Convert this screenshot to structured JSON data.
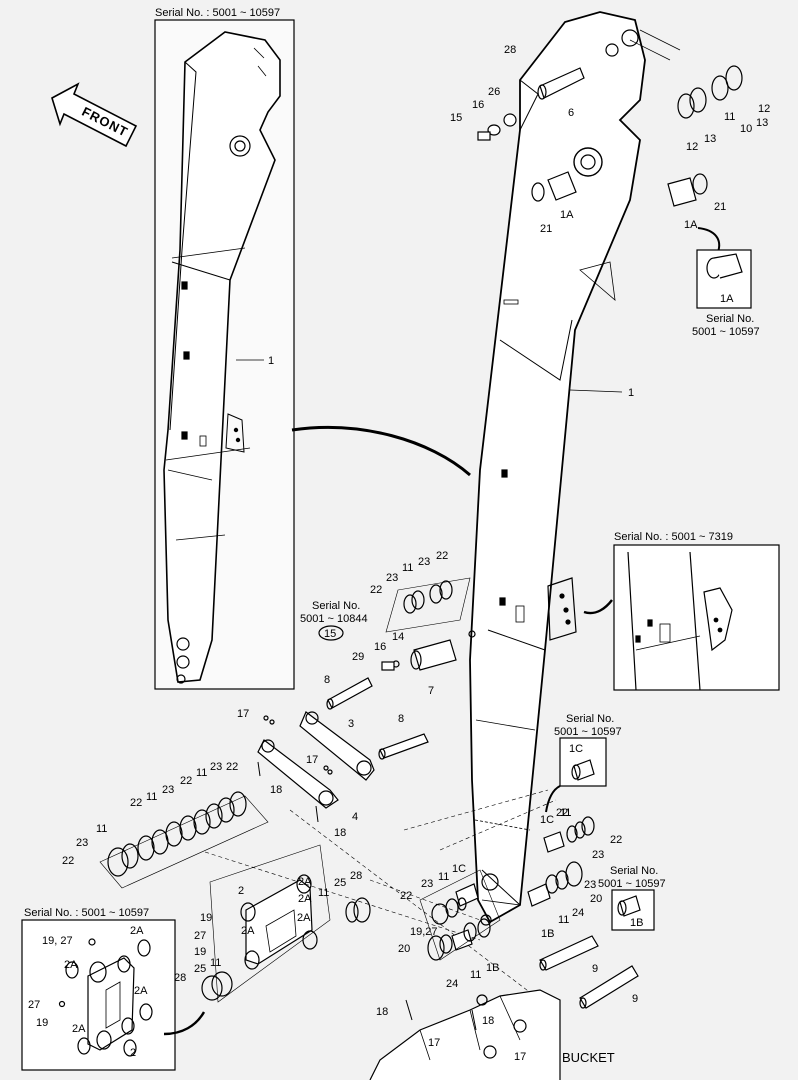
{
  "diagram": {
    "front_label": "FRONT",
    "bucket_label": "BUCKET",
    "insets": [
      {
        "id": "left-arm",
        "caption": "Serial No. : 5001 ~ 10597"
      },
      {
        "id": "bracket",
        "caption": "Serial No. : 5001 ~ 7319"
      },
      {
        "id": "link",
        "caption": "Serial No. : 5001 ~ 10597"
      }
    ],
    "small_boxes": [
      {
        "id": "1A",
        "caption_line1": "Serial No.",
        "caption_line2": "5001 ~ 10597",
        "part": "1A"
      },
      {
        "id": "1C",
        "caption_line1": "Serial No.",
        "caption_line2": "5001 ~ 10597",
        "part": "1C"
      },
      {
        "id": "1B",
        "caption_line1": "Serial No.",
        "caption_line2": "5001 ~ 10597",
        "part": "1B"
      }
    ],
    "note_15": {
      "line1": "Serial No.",
      "line2": "5001 ~ 10844",
      "part": "15"
    },
    "callouts": [
      {
        "id": "c1",
        "text": "1"
      },
      {
        "id": "c2",
        "text": "1"
      },
      {
        "id": "c3",
        "text": "28"
      },
      {
        "id": "c4",
        "text": "26"
      },
      {
        "id": "c5",
        "text": "16"
      },
      {
        "id": "c6",
        "text": "15"
      },
      {
        "id": "c7",
        "text": "6"
      },
      {
        "id": "c8",
        "text": "11"
      },
      {
        "id": "c9",
        "text": "10"
      },
      {
        "id": "c10",
        "text": "12"
      },
      {
        "id": "c11",
        "text": "12"
      },
      {
        "id": "c12",
        "text": "13"
      },
      {
        "id": "c13",
        "text": "13"
      },
      {
        "id": "c14",
        "text": "21"
      },
      {
        "id": "c15",
        "text": "1A"
      },
      {
        "id": "c16",
        "text": "21"
      },
      {
        "id": "c17",
        "text": "1A"
      },
      {
        "id": "c18",
        "text": "22"
      },
      {
        "id": "c19",
        "text": "23"
      },
      {
        "id": "c20",
        "text": "11"
      },
      {
        "id": "c21",
        "text": "23"
      },
      {
        "id": "c22",
        "text": "22"
      },
      {
        "id": "c23",
        "text": "14"
      },
      {
        "id": "c24",
        "text": "16"
      },
      {
        "id": "c25",
        "text": "29"
      },
      {
        "id": "c26",
        "text": "7"
      },
      {
        "id": "c27",
        "text": "8"
      },
      {
        "id": "c28",
        "text": "17"
      },
      {
        "id": "c29",
        "text": "3"
      },
      {
        "id": "c30",
        "text": "8"
      },
      {
        "id": "c31",
        "text": "17"
      },
      {
        "id": "c32",
        "text": "18"
      },
      {
        "id": "c33",
        "text": "4"
      },
      {
        "id": "c34",
        "text": "18"
      },
      {
        "id": "c35",
        "text": "22"
      },
      {
        "id": "c36",
        "text": "23"
      },
      {
        "id": "c37",
        "text": "22"
      },
      {
        "id": "c38",
        "text": "11"
      },
      {
        "id": "c39",
        "text": "23"
      },
      {
        "id": "c40",
        "text": "22"
      },
      {
        "id": "c41",
        "text": "11"
      },
      {
        "id": "c42",
        "text": "23"
      },
      {
        "id": "c43",
        "text": "22"
      },
      {
        "id": "c44",
        "text": "11"
      },
      {
        "id": "c45",
        "text": "22"
      },
      {
        "id": "c46",
        "text": "23"
      },
      {
        "id": "c47",
        "text": "11"
      },
      {
        "id": "c48",
        "text": "1C"
      },
      {
        "id": "c49",
        "text": "11"
      },
      {
        "id": "c50",
        "text": "22"
      },
      {
        "id": "c51",
        "text": "23"
      },
      {
        "id": "c52",
        "text": "20"
      },
      {
        "id": "c53",
        "text": "24"
      },
      {
        "id": "c54",
        "text": "11"
      },
      {
        "id": "c55",
        "text": "1B"
      },
      {
        "id": "c56",
        "text": "1C"
      },
      {
        "id": "c57",
        "text": "11"
      },
      {
        "id": "c58",
        "text": "23"
      },
      {
        "id": "c59",
        "text": "22"
      },
      {
        "id": "c60",
        "text": "19,27"
      },
      {
        "id": "c61",
        "text": "20"
      },
      {
        "id": "c62",
        "text": "24"
      },
      {
        "id": "c63",
        "text": "11"
      },
      {
        "id": "c64",
        "text": "1B"
      },
      {
        "id": "c65",
        "text": "2"
      },
      {
        "id": "c66",
        "text": "2A"
      },
      {
        "id": "c67",
        "text": "2A"
      },
      {
        "id": "c68",
        "text": "19"
      },
      {
        "id": "c69",
        "text": "27"
      },
      {
        "id": "c70",
        "text": "19"
      },
      {
        "id": "c71",
        "text": "2A"
      },
      {
        "id": "c72",
        "text": "2A"
      },
      {
        "id": "c73",
        "text": "25"
      },
      {
        "id": "c74",
        "text": "28"
      },
      {
        "id": "c75",
        "text": "11"
      },
      {
        "id": "c76",
        "text": "28"
      },
      {
        "id": "c77",
        "text": "25"
      },
      {
        "id": "c78",
        "text": "11"
      },
      {
        "id": "c79",
        "text": "9"
      },
      {
        "id": "c80",
        "text": "9"
      },
      {
        "id": "c81",
        "text": "18"
      },
      {
        "id": "c82",
        "text": "18"
      },
      {
        "id": "c83",
        "text": "17"
      },
      {
        "id": "c84",
        "text": "17"
      },
      {
        "id": "c85",
        "text": "19, 27"
      },
      {
        "id": "c86",
        "text": "2A"
      },
      {
        "id": "c87",
        "text": "2A"
      },
      {
        "id": "c88",
        "text": "2A"
      },
      {
        "id": "c89",
        "text": "27"
      },
      {
        "id": "c90",
        "text": "19"
      },
      {
        "id": "c91",
        "text": "2A"
      },
      {
        "id": "c92",
        "text": "2"
      }
    ]
  }
}
